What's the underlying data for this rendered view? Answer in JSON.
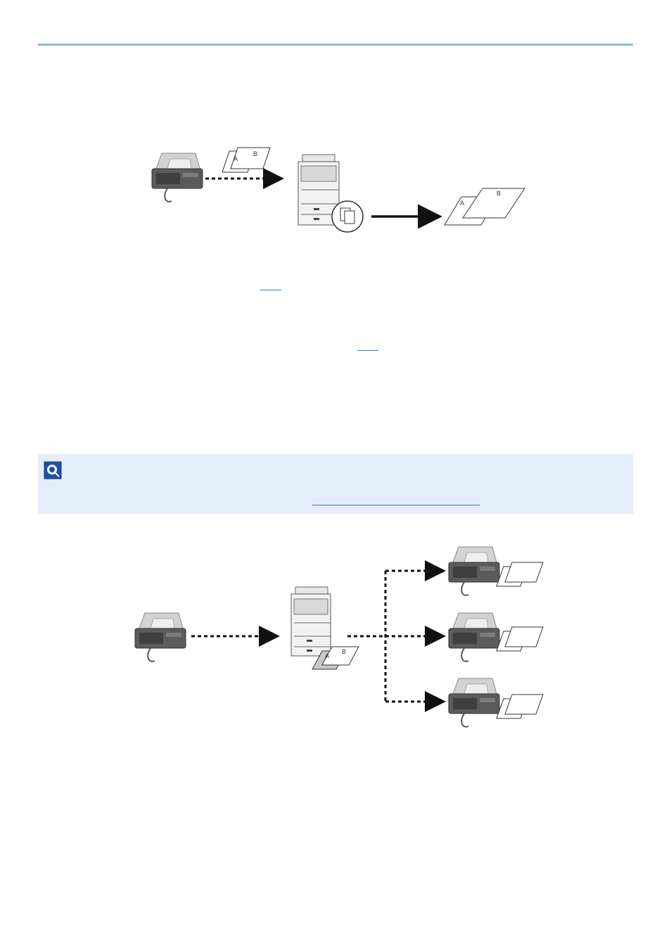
{
  "page": {
    "rule_color": "#8fb0e6",
    "link_color": "#3b6fd6",
    "note_bg": "#e6edfa"
  },
  "figure1": {
    "doc_letters": [
      "A",
      "B"
    ]
  },
  "figure2": {
    "doc_letters": [
      "A",
      "B"
    ]
  },
  "note": {
    "icon": "note-icon"
  }
}
